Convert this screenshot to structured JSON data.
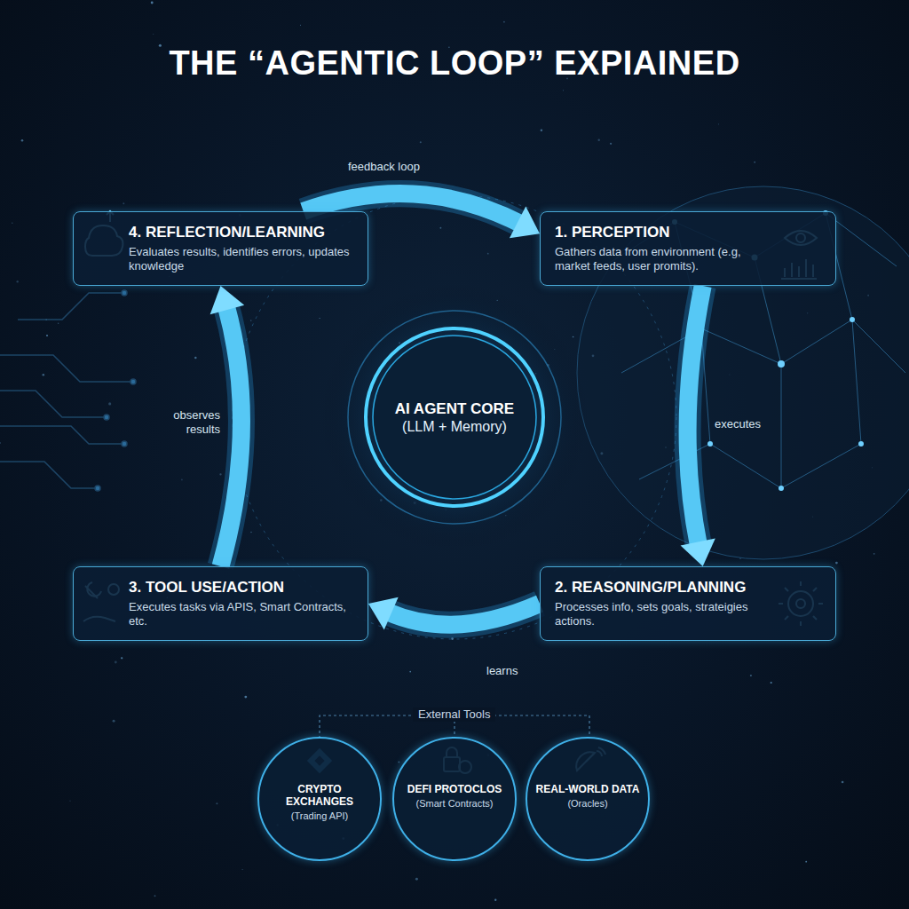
{
  "diagram": {
    "title": "THE “AGENTIC LOOP” EXPIAINED",
    "nodes": [
      {
        "text": [
          "4. REFLECTION/LEARNING",
          "Evaluates results, identifies errors, updates knowledge"
        ]
      },
      {
        "text": [
          "1. PERCEPTION",
          "Gathers data from environment (e.g, market feeds, user promits)."
        ]
      },
      {
        "text": [
          "AI AGENT CORE",
          "(LLM + Memory)"
        ]
      },
      {
        "text": [
          "3. TOOL USE/ACTION",
          "Executes tasks via APIS, Smart Contracts, etc."
        ]
      },
      {
        "text": [
          "2. REASONING/PLANNING",
          "Processes info, sets goals, strateigies actions."
        ]
      },
      {
        "text": [
          "CRYPTO EXCHANGES",
          "(Trading API)"
        ]
      },
      {
        "text": [
          "DEFI PROTOCLOS",
          "(Smart Contracts)"
        ]
      },
      {
        "text": [
          "REAL-WORLD DATA",
          "(Oracles)"
        ]
      }
    ],
    "edges": [
      {
        "from": 0,
        "to": 1,
        "arrow": "to"
      },
      {
        "from": 1,
        "to": 4,
        "arrow": "to"
      },
      {
        "from": 4,
        "to": 3,
        "arrow": "to"
      },
      {
        "from": 3,
        "to": 0,
        "arrow": "to"
      }
    ],
    "labels": [
      "feedback loop",
      "observes results",
      "executes",
      "learns",
      "External Tools"
    ]
  }
}
